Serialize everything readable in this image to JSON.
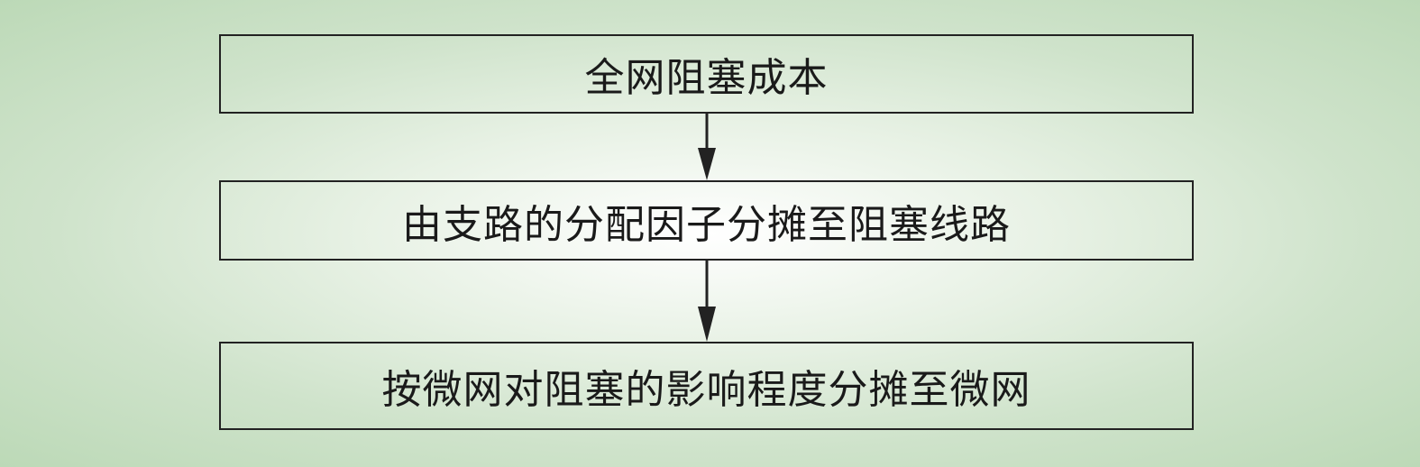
{
  "flow": {
    "steps": [
      {
        "label": "全网阻塞成本"
      },
      {
        "label": "由支路的分配因子分摊至阻塞线路"
      },
      {
        "label": "按微网对阻塞的影响程度分摊至微网"
      }
    ]
  },
  "colors": {
    "line": "#222222",
    "text": "#1a1a1a",
    "background_center": "#ffffff",
    "background_edge": "#bcd9b7"
  }
}
